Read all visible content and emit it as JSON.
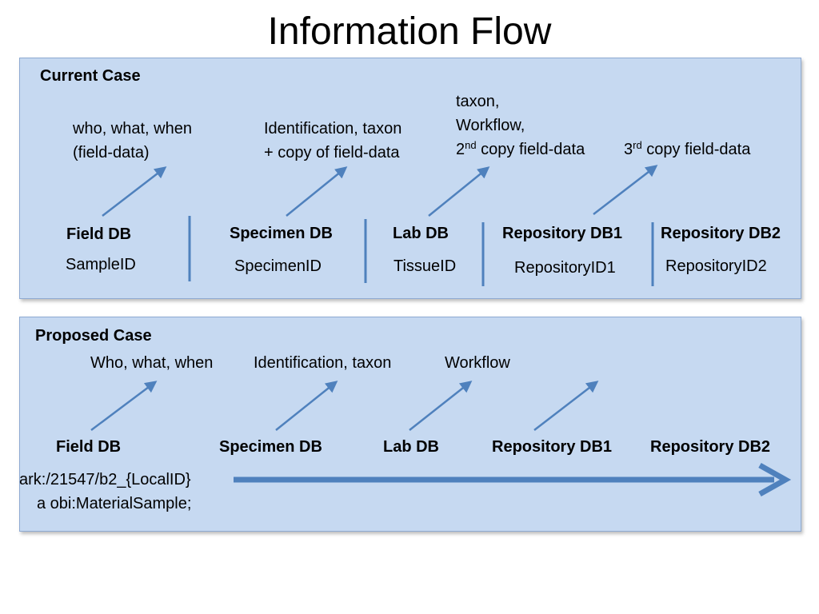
{
  "title": "Information Flow",
  "current": {
    "heading": "Current Case",
    "annotations": {
      "field_line1": "who, what, when",
      "field_line2": "(field-data)",
      "specimen_line1": "Identification, taxon",
      "specimen_line2": "+ copy of field-data",
      "lab_line1": "taxon,",
      "lab_line2": "Workflow,",
      "lab_line3_num": "2",
      "lab_line3_sup": "nd",
      "lab_line3_rest": " copy field-data",
      "repo_num": "3",
      "repo_sup": "rd",
      "repo_rest": " copy field-data"
    },
    "databases": [
      {
        "name": "Field DB",
        "id": "SampleID"
      },
      {
        "name": "Specimen DB",
        "id": "SpecimenID"
      },
      {
        "name": "Lab DB",
        "id": "TissueID"
      },
      {
        "name": "Repository DB1",
        "id": "RepositoryID1"
      },
      {
        "name": "Repository DB2",
        "id": "RepositoryID2"
      }
    ]
  },
  "proposed": {
    "heading": "Proposed Case",
    "annotations": {
      "field": "Who, what, when",
      "specimen": "Identification, taxon",
      "lab": "Workflow"
    },
    "databases": [
      {
        "name": "Field DB"
      },
      {
        "name": "Specimen DB"
      },
      {
        "name": "Lab DB"
      },
      {
        "name": "Repository DB1"
      },
      {
        "name": "Repository DB2"
      }
    ],
    "identifier_line1": "ark:/21547/b2_{LocalID}",
    "identifier_line2": "a obi:MaterialSample;"
  },
  "colors": {
    "panel_fill": "#c6d9f1",
    "panel_border": "#8eaad2",
    "arrow": "#4f81bd"
  }
}
